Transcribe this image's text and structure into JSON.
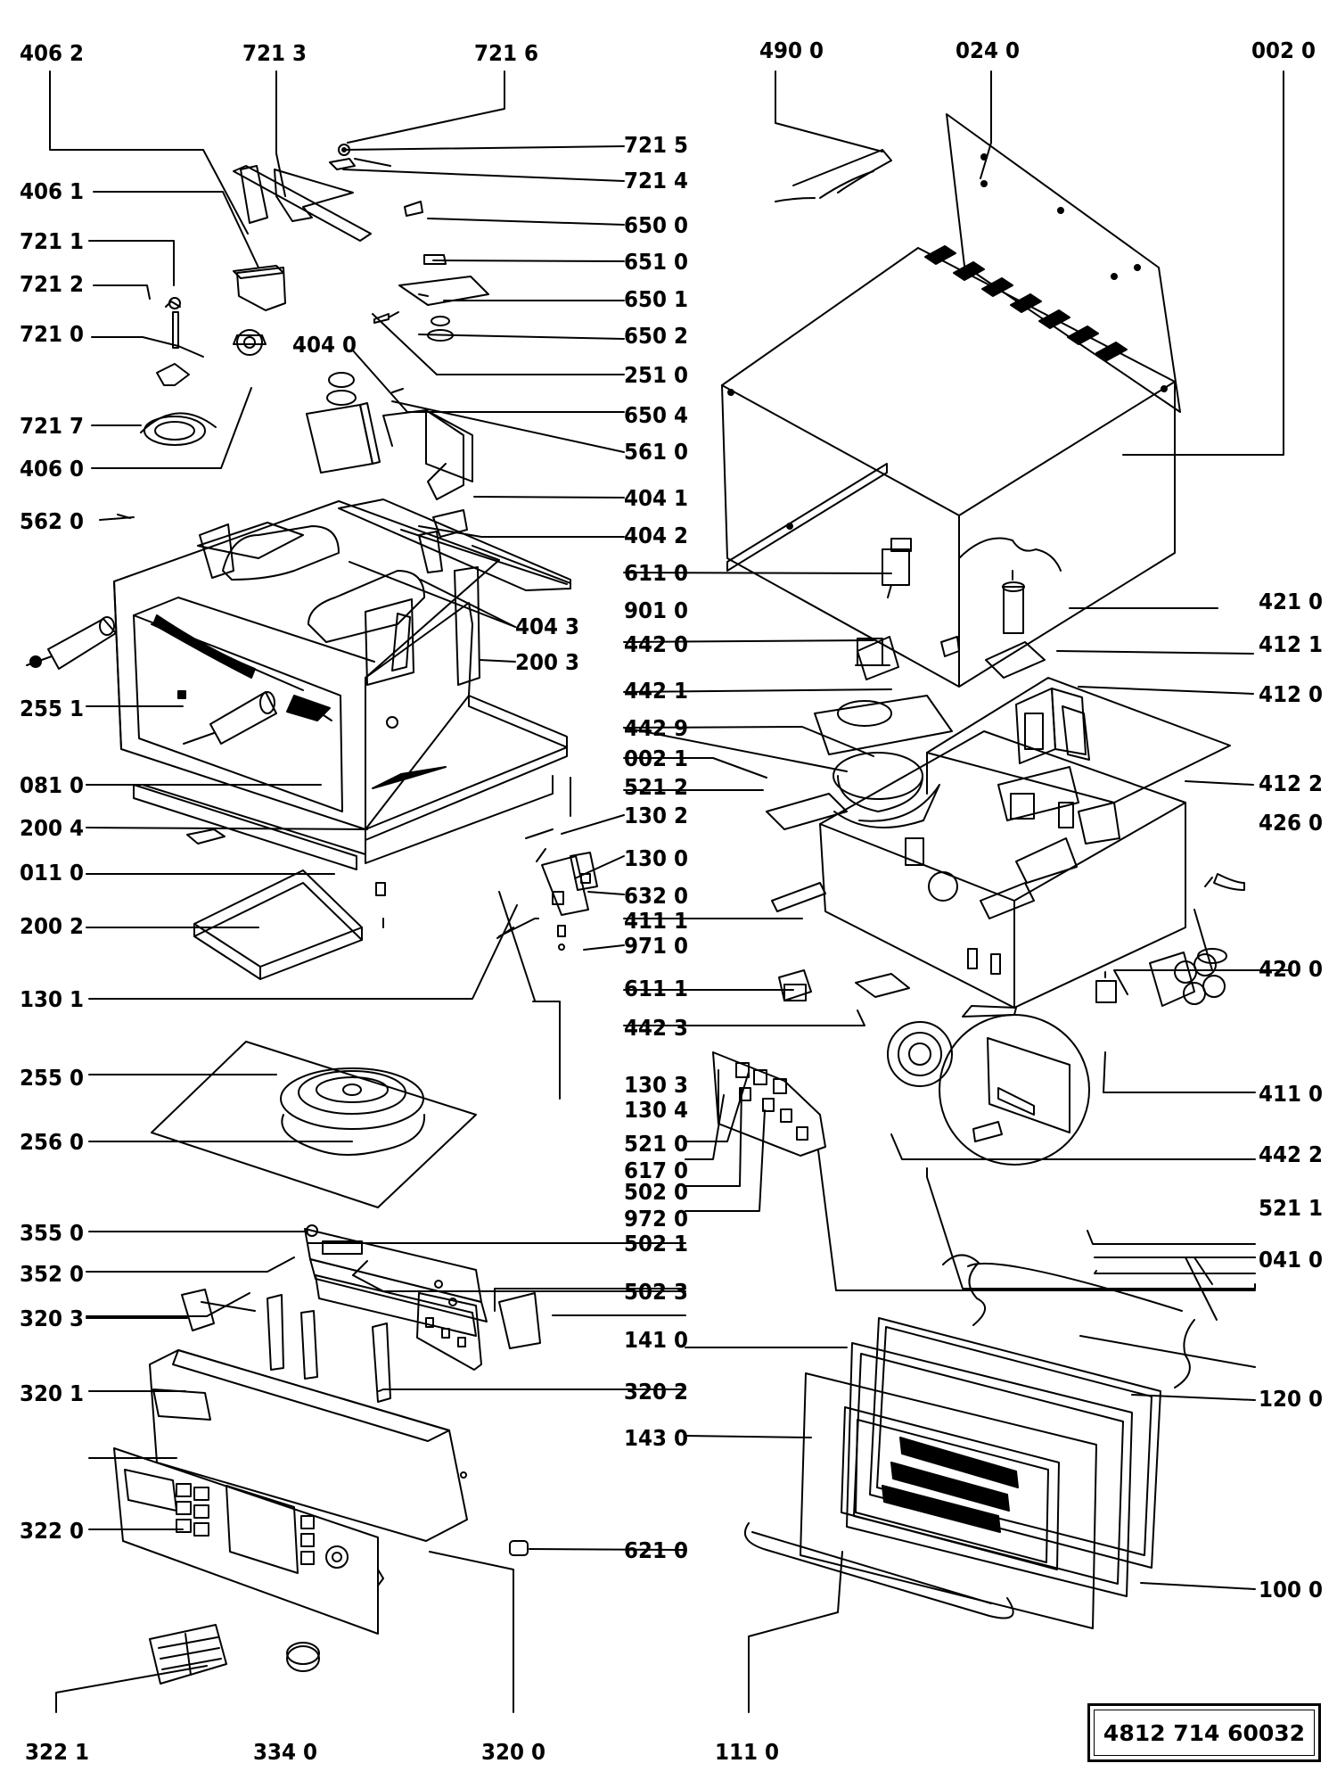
{
  "labels": {
    "l4062": "406 2",
    "l7213": "721 3",
    "l7216": "721 6",
    "l4900": "490 0",
    "l0240": "024 0",
    "l0020": "002 0",
    "l7215": "721 5",
    "l7214": "721 4",
    "l4061": "406 1",
    "l6500": "650 0",
    "l7211": "721 1",
    "l6510": "651 0",
    "l7212": "721 2",
    "l6501": "650 1",
    "l7210": "721 0",
    "l6502": "650 2",
    "l4040": "404 0",
    "l2510": "251 0",
    "l6504": "650 4",
    "l7217": "721 7",
    "l5610": "561 0",
    "l4060": "406 0",
    "l4041": "404 1",
    "l5620": "562 0",
    "l4042": "404 2",
    "l6110": "611 0",
    "l4210": "421 0",
    "l4043": "404 3",
    "l9010": "901 0",
    "l2003": "200 3",
    "l4420": "442 0",
    "l4121": "412 1",
    "l4421": "442 1",
    "l2551": "255 1",
    "l4120": "412 0",
    "l4429": "442 9",
    "l0021": "002 1",
    "l0810": "081 0",
    "l5212": "521 2",
    "l4122": "412 2",
    "l2004": "200 4",
    "l1302": "130 2",
    "l4260": "426 0",
    "l1300": "130 0",
    "l0110": "011 0",
    "l6320": "632 0",
    "l4111": "411 1",
    "l2002": "200 2",
    "l9710": "971 0",
    "l4200": "420 0",
    "l6111": "611 1",
    "l1301": "130 1",
    "l4423": "442 3",
    "l2550": "255 0",
    "l1303": "130 3",
    "l1304": "130 4",
    "l4110": "411 0",
    "l2560": "256 0",
    "l5210": "521 0",
    "l4422": "442 2",
    "l6170": "617 0",
    "l5020": "502 0",
    "l9720": "972 0",
    "l5211": "521 1",
    "l3550": "355 0",
    "l5021": "502 1",
    "l3520": "352 0",
    "l0410": "041 0",
    "l5023": "502 3",
    "l3203": "320 3",
    "l1410": "141 0",
    "l3201": "320 1",
    "l3202": "320 2",
    "l1200": "120 0",
    "l1430": "143 0",
    "l3220": "322 0",
    "l6210": "621 0",
    "l1000": "100 0",
    "l3221": "322 1",
    "l3340": "334 0",
    "l3200": "320 0",
    "l1110": "111 0"
  },
  "doc_number": "4812  714  60032"
}
